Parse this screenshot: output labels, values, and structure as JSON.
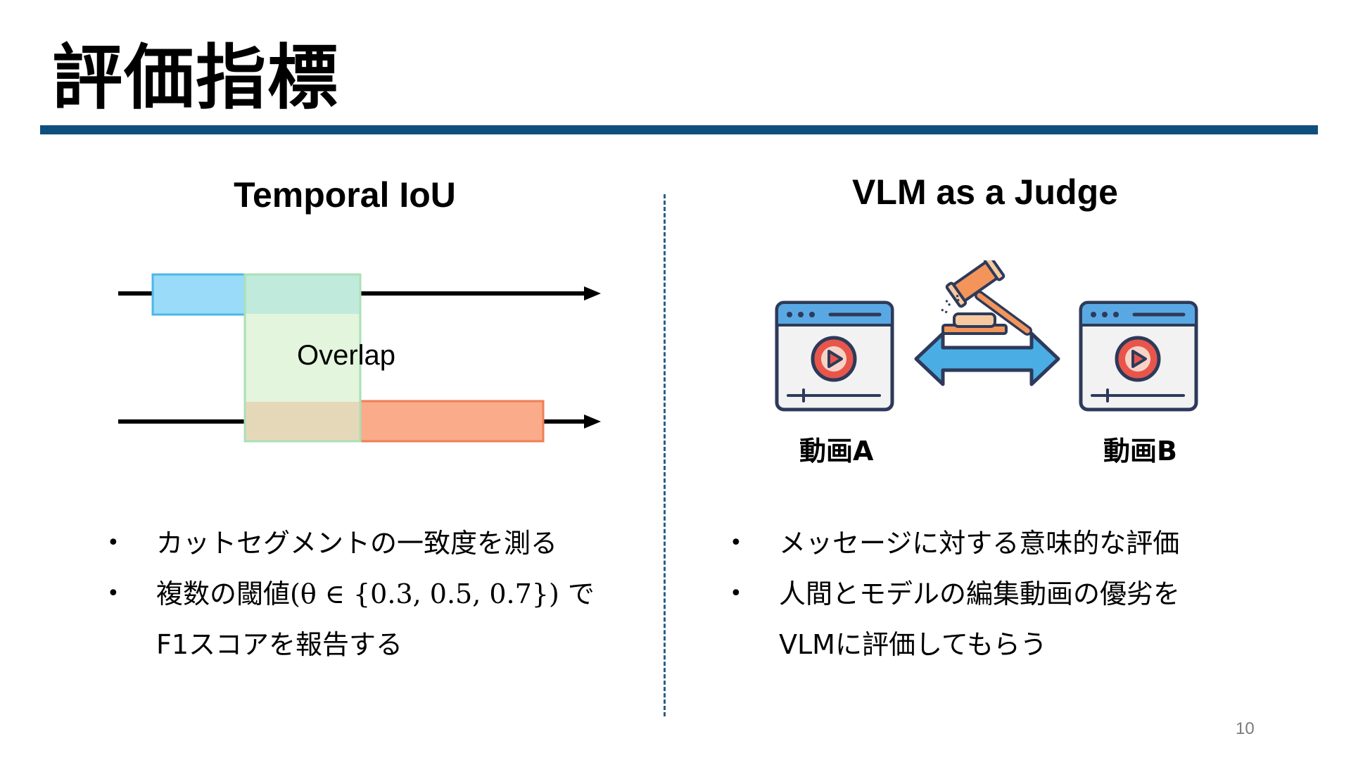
{
  "slide": {
    "title": "評価指標",
    "page_number": "10"
  },
  "left": {
    "heading": "Temporal IoU",
    "diagram": {
      "overlap_label": "Overlap",
      "colors": {
        "segment_a": "#99dbf8",
        "segment_a_border": "#4db6e8",
        "segment_b": "#f9ab8a",
        "segment_b_border": "#ee7f55",
        "overlap": "#e3f5dc",
        "overlap_top": "#c0eadc",
        "overlap_bottom": "#e5d8b8",
        "overlap_border": "#a9e0b7"
      }
    },
    "bullets": [
      {
        "text": "カットセグメントの一致度を測る"
      },
      {
        "text_prefix": "複数の閾値",
        "math": "(θ ∈ {0.3, 0.5, 0.7})",
        "text_suffix": " で"
      },
      {
        "text": "F1スコアを報告する",
        "continuation": true
      }
    ]
  },
  "right": {
    "heading": "VLM as a Judge",
    "video_a_label": "動画A",
    "video_b_label": "動画B",
    "icons": [
      "video-window-icon",
      "gavel-icon",
      "double-arrow-icon",
      "video-window-icon"
    ],
    "bullets": [
      {
        "text": "メッセージに対する意味的な評価"
      },
      {
        "text": "人間とモデルの編集動画の優劣を"
      },
      {
        "text": "VLMに評価してもらう",
        "continuation": true
      }
    ]
  },
  "colors": {
    "title_rule": "#0e4f7e",
    "divider": "#2b5f86",
    "window_frame": "#2d3a5a",
    "window_header": "#5aa8e3",
    "play_button": "#e8564b",
    "arrow": "#4aaee5",
    "gavel": "#f3955a"
  }
}
